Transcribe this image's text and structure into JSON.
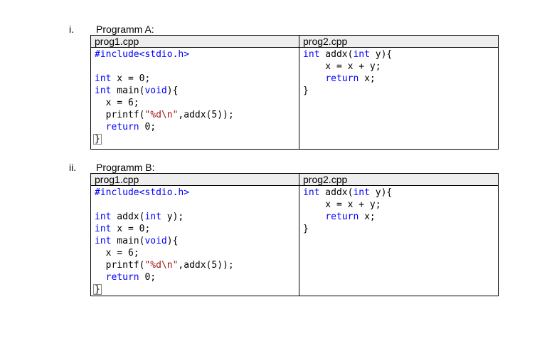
{
  "section_a": {
    "numeral": "i.",
    "title": "Programm A:",
    "left_file": "prog1.cpp",
    "right_file": "prog2.cpp",
    "left_code": [
      [
        {
          "t": "#include<stdio.h>",
          "c": "kw"
        }
      ],
      [],
      [
        {
          "t": "int",
          "c": "kw"
        },
        {
          "t": " x = 0;"
        }
      ],
      [
        {
          "t": "int",
          "c": "kw"
        },
        {
          "t": " main("
        },
        {
          "t": "void",
          "c": "kw"
        },
        {
          "t": "){"
        }
      ],
      [
        {
          "t": "  x = 6;"
        }
      ],
      [
        {
          "t": "  printf("
        },
        {
          "t": "\"%d\\n\"",
          "c": "str"
        },
        {
          "t": ",addx(5));"
        }
      ],
      [
        {
          "t": "  "
        },
        {
          "t": "return",
          "c": "kw"
        },
        {
          "t": " 0;"
        }
      ],
      [
        {
          "t": "}",
          "c": "box"
        }
      ]
    ],
    "right_code": [
      [
        {
          "t": "int",
          "c": "kw"
        },
        {
          "t": " addx("
        },
        {
          "t": "int",
          "c": "kw"
        },
        {
          "t": " y){"
        }
      ],
      [
        {
          "t": "    x = x + y;"
        }
      ],
      [
        {
          "t": "    "
        },
        {
          "t": "return",
          "c": "kw"
        },
        {
          "t": " x;"
        }
      ],
      [
        {
          "t": "}"
        }
      ]
    ]
  },
  "section_b": {
    "numeral": "ii.",
    "title": "Programm B:",
    "left_file": "prog1.cpp",
    "right_file": "prog2.cpp",
    "left_code": [
      [
        {
          "t": "#include<stdio.h>",
          "c": "kw"
        }
      ],
      [],
      [
        {
          "t": "int",
          "c": "kw"
        },
        {
          "t": " addx("
        },
        {
          "t": "int",
          "c": "kw"
        },
        {
          "t": " y);"
        }
      ],
      [
        {
          "t": "int",
          "c": "kw"
        },
        {
          "t": " x = 0;"
        }
      ],
      [
        {
          "t": "int",
          "c": "kw"
        },
        {
          "t": " main("
        },
        {
          "t": "void",
          "c": "kw"
        },
        {
          "t": "){"
        }
      ],
      [
        {
          "t": "  x = 6;"
        }
      ],
      [
        {
          "t": "  printf("
        },
        {
          "t": "\"%d\\n\"",
          "c": "str"
        },
        {
          "t": ",addx(5));"
        }
      ],
      [
        {
          "t": "  "
        },
        {
          "t": "return",
          "c": "kw"
        },
        {
          "t": " 0;"
        }
      ],
      [
        {
          "t": "}",
          "c": "box"
        }
      ]
    ],
    "right_code": [
      [
        {
          "t": "int",
          "c": "kw"
        },
        {
          "t": " addx("
        },
        {
          "t": "int",
          "c": "kw"
        },
        {
          "t": " y){"
        }
      ],
      [
        {
          "t": "    x = x + y;"
        }
      ],
      [
        {
          "t": "    "
        },
        {
          "t": "return",
          "c": "kw"
        },
        {
          "t": " x;"
        }
      ],
      [
        {
          "t": "}"
        }
      ]
    ]
  },
  "colors": {
    "keyword": "#0000ff",
    "string": "#a31515",
    "text": "#000000",
    "header_bg": "#eeeeee"
  }
}
